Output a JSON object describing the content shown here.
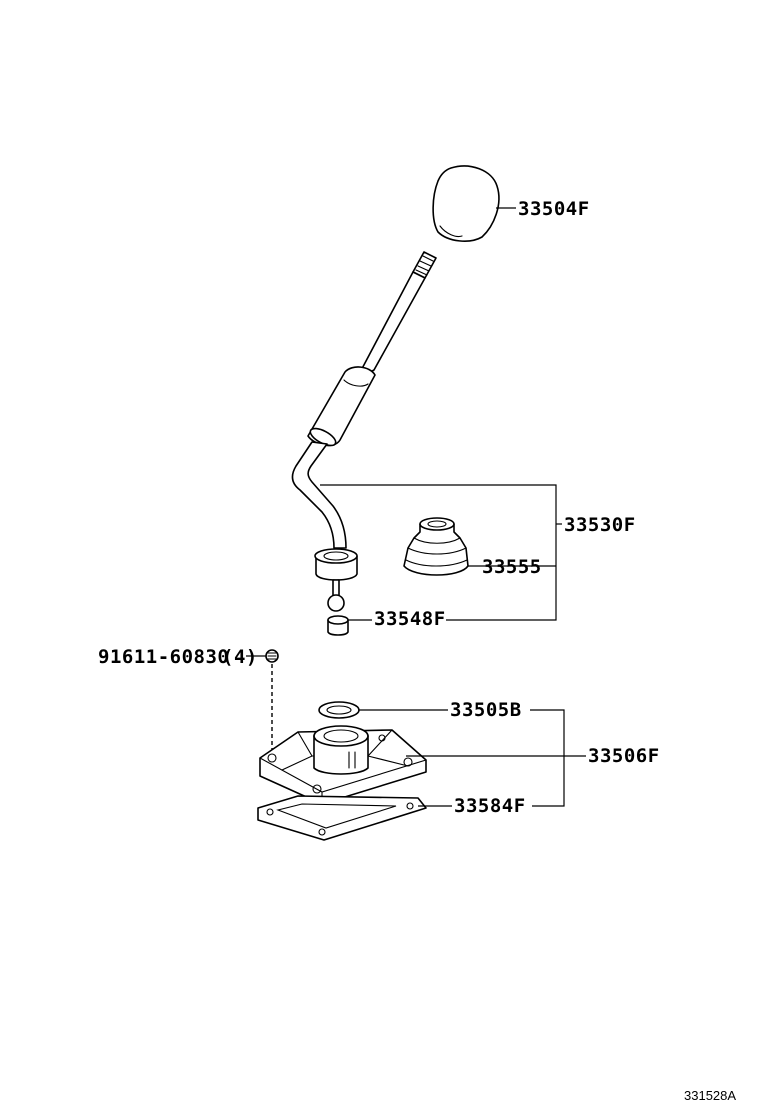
{
  "diagram": {
    "parts": [
      {
        "id": "knob",
        "number": "33504F"
      },
      {
        "id": "lever-assembly",
        "number": "33530F"
      },
      {
        "id": "boot",
        "number": "33555"
      },
      {
        "id": "seat",
        "number": "33548F"
      },
      {
        "id": "bolt",
        "number": "91611-60830",
        "qty": "(4)"
      },
      {
        "id": "bushing",
        "number": "33505B"
      },
      {
        "id": "retainer",
        "number": "33506F"
      },
      {
        "id": "gasket",
        "number": "33584F"
      }
    ],
    "reference_code": "331528A"
  }
}
